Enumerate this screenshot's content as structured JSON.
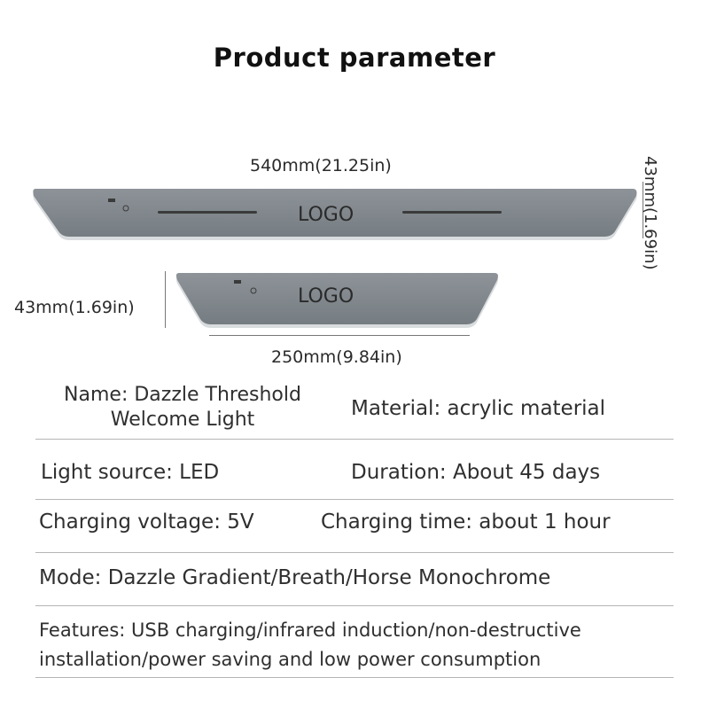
{
  "title": "Product parameter",
  "large_plate": {
    "length_label": "540mm(21.25in)",
    "height_label": "43mm(1.69in)",
    "logo": "LOGO"
  },
  "small_plate": {
    "length_label": "250mm(9.84in)",
    "height_label": "43mm(1.69in)",
    "logo": "LOGO"
  },
  "specs": {
    "name_line1": "Name: Dazzle Threshold",
    "name_line2": "Welcome Light",
    "material": "Material: acrylic material",
    "light_source": "Light source: LED",
    "duration": "Duration: About 45 days",
    "charging_voltage": "Charging voltage: 5V",
    "charging_time": "Charging time: about 1 hour",
    "mode": "Mode: Dazzle Gradient/Breath/Horse Monochrome",
    "features_line1": "Features: USB charging/infrared induction/non-destructive",
    "features_line2": "installation/power saving and low power consumption"
  },
  "colors": {
    "plate_face": "#7d8489",
    "plate_shadow": "#d9dcde",
    "divider": "#b5b5b5"
  }
}
